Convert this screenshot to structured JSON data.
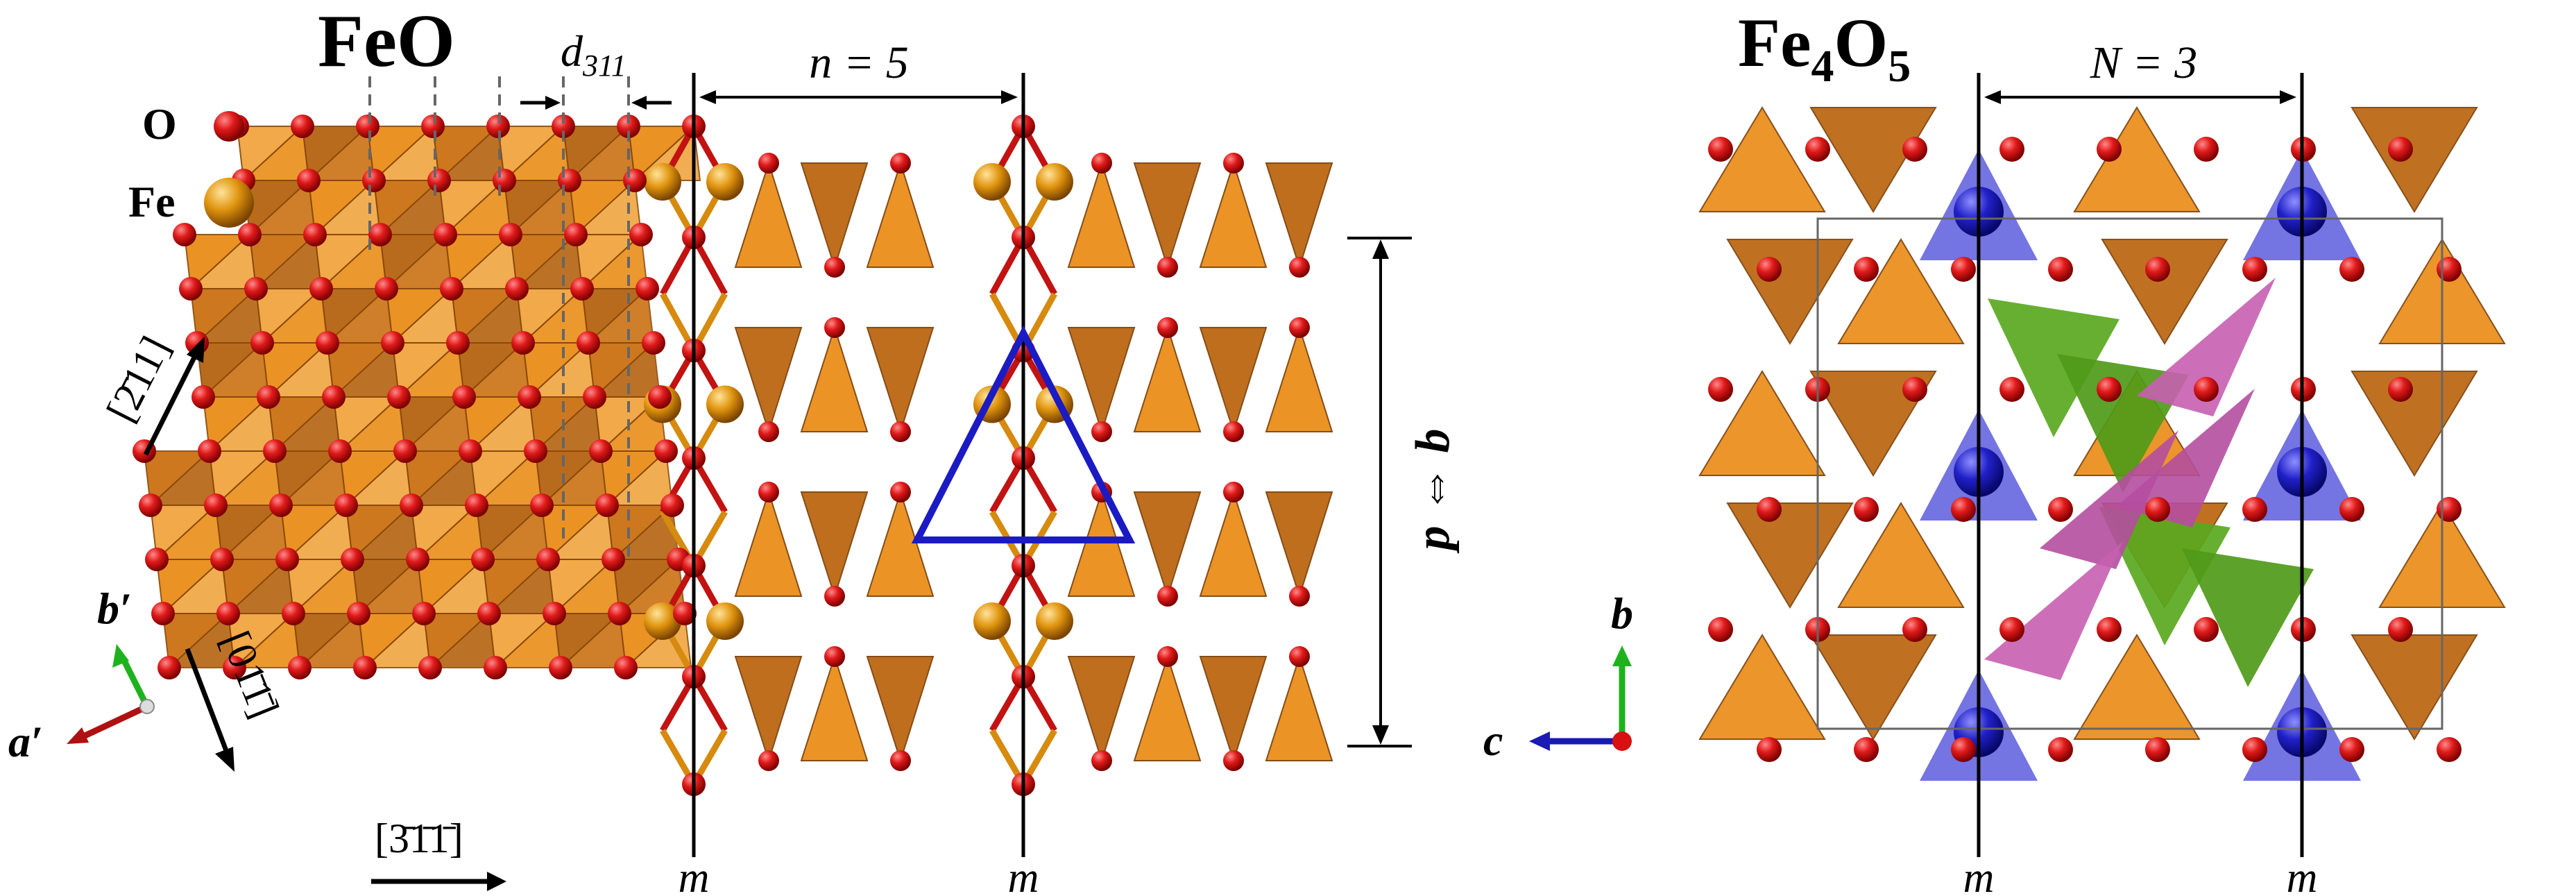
{
  "left_panel": {
    "title": "FeO",
    "legend": {
      "o_label": "O",
      "fe_label": "Fe"
    },
    "d_label_main": "d",
    "d_label_sub": "311",
    "n_label": "n = 5",
    "p_label": "p ⇔ b",
    "dir_211": "[2̄11]",
    "dir_011": "[01̄1̄]",
    "dir_311": "[3̄1̄1̄]",
    "axis_b": "b′",
    "axis_a": "a′",
    "mirror_labels": [
      "m",
      "m"
    ]
  },
  "right_panel": {
    "title_main": "Fe",
    "title_sub1": "4",
    "title_mid": "O",
    "title_sub2": "5",
    "n_label": "N = 3",
    "axis_b": "b",
    "axis_c": "c",
    "mirror_labels": [
      "m",
      "m"
    ]
  },
  "colors": {
    "fe_tetra": "#e98a12",
    "fe_tetra_dark": "#a9560a",
    "oxygen": "#d81010",
    "iron": "#e0940f",
    "blue_site": "#2a2ad0",
    "green_site": "#4fa01b",
    "magenta_site": "#c25bab",
    "triangle": "#1b1bc4"
  }
}
